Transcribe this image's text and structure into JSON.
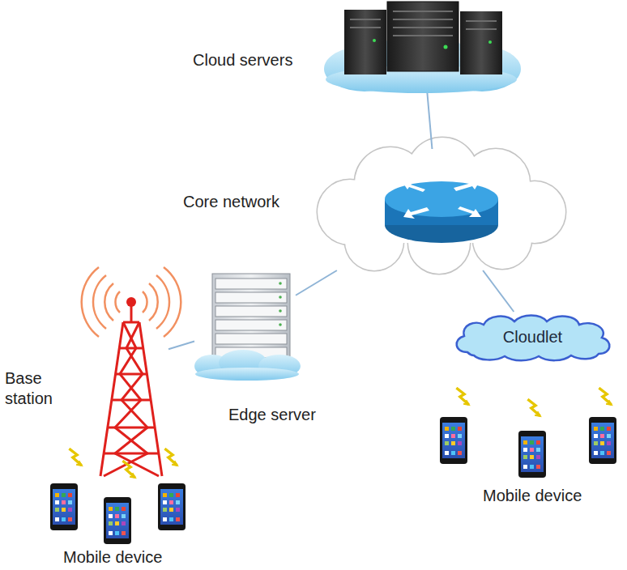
{
  "diagram": {
    "nodes": [
      {
        "text": [
          "Cloud servers"
        ]
      },
      {
        "text": [
          "Core network"
        ]
      },
      {
        "text": [
          "Edge server"
        ]
      },
      {
        "text": [
          "Base station"
        ]
      },
      {
        "text": [
          "Cloudlet"
        ]
      }
    ],
    "edges": [
      {
        "from": 0,
        "to": 1,
        "arrow": "none"
      },
      {
        "from": 1,
        "to": 2,
        "arrow": "none"
      },
      {
        "from": 1,
        "to": 4,
        "arrow": "none"
      },
      {
        "from": 2,
        "to": 3,
        "arrow": "none"
      }
    ],
    "labels": [
      "Mobile device",
      "Mobile device"
    ]
  }
}
